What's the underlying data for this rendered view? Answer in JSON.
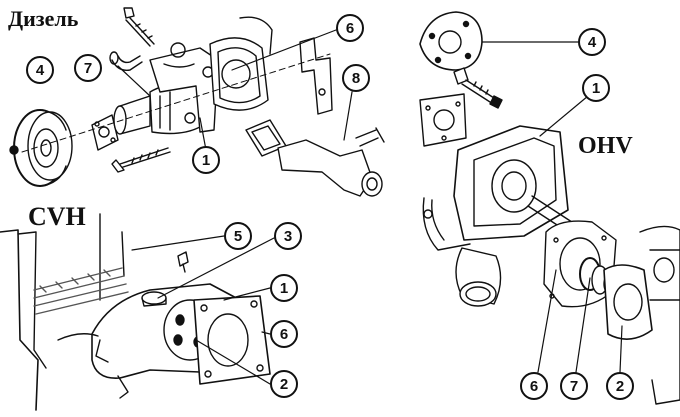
{
  "headings": {
    "diesel": "Дизель",
    "cvh": "CVH",
    "ohv": "OHV"
  },
  "callouts": {
    "diesel": {
      "pulley": "4",
      "pump_body": "7",
      "gasket": "6",
      "bracket": "8",
      "pump_housing": "1"
    },
    "cvh": {
      "bolt": "5",
      "pump_seal": "3",
      "pump": "1",
      "gasket": "6",
      "rear_plate": "2"
    },
    "ohv": {
      "pulley": "4",
      "housing": "1",
      "gasket": "6",
      "seal": "7",
      "rear_plate": "2"
    }
  },
  "colors": {
    "ink": "#111111",
    "paper": "#ffffff",
    "hatch": "#555555"
  }
}
